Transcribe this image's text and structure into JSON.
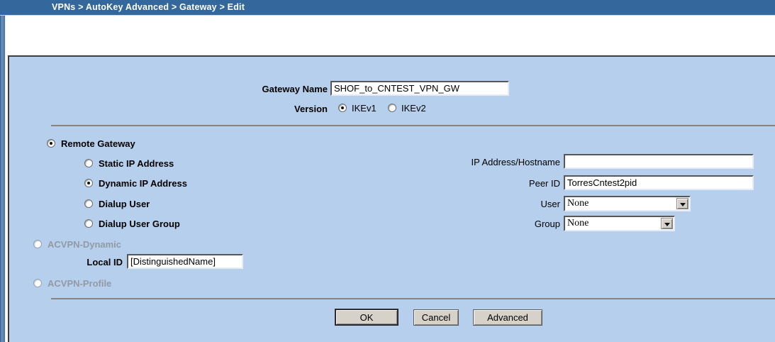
{
  "breadcrumb": "VPNs > AutoKey Advanced > Gateway > Edit",
  "form": {
    "gateway_name_label": "Gateway Name",
    "gateway_name_value": "SHOF_to_CNTEST_VPN_GW",
    "version_label": "Version",
    "version_options": [
      {
        "label": "IKEv1",
        "selected": true
      },
      {
        "label": "IKEv2",
        "selected": false
      }
    ],
    "gateway_type_options": [
      {
        "label": "Remote Gateway",
        "selected": true,
        "disabled": false
      },
      {
        "label": "Static IP Address",
        "selected": false,
        "disabled": false
      },
      {
        "label": "Dynamic IP Address",
        "selected": true,
        "disabled": false
      },
      {
        "label": "Dialup User",
        "selected": false,
        "disabled": false
      },
      {
        "label": "Dialup User Group",
        "selected": false,
        "disabled": false
      },
      {
        "label": "ACVPN-Dynamic",
        "selected": false,
        "disabled": true
      },
      {
        "label": "ACVPN-Profile",
        "selected": false,
        "disabled": true
      }
    ],
    "ip_hostname_label": "IP Address/Hostname",
    "ip_hostname_value": "",
    "peer_id_label": "Peer ID",
    "peer_id_value": "TorresCntest2pid",
    "user_label": "User",
    "user_value": "None",
    "group_label": "Group",
    "group_value": "None",
    "local_id_label": "Local ID",
    "local_id_value": "[DistinguishedName]"
  },
  "buttons": {
    "ok": "OK",
    "cancel": "Cancel",
    "advanced": "Advanced"
  },
  "colors": {
    "topbar_blue": "#34689c",
    "panel_blue": "#b5cfec",
    "panel_border": "#3d3d3d",
    "separator_gray": "#858585",
    "disabled_label": "#929aa5",
    "button_face": "#d6d2ca"
  }
}
